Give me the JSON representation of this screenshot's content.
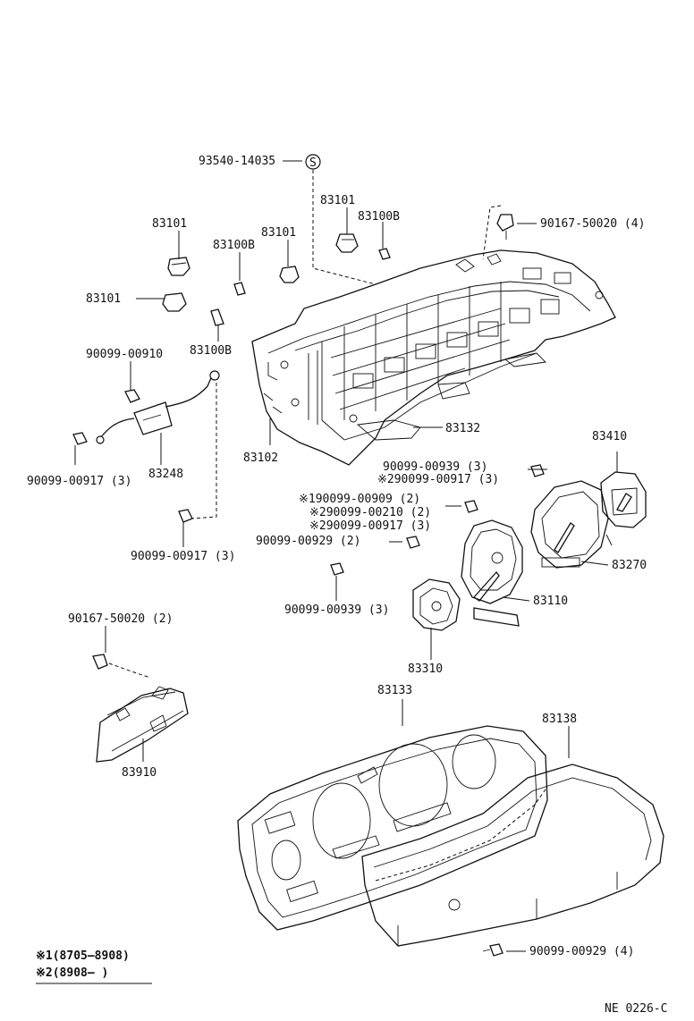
{
  "diagram_code": "NE 0226-C",
  "labels": {
    "l_93540": "93540-14035",
    "l_83101_a": "83101",
    "l_83100b_a": "83100B",
    "l_90167_4": "90167-50020 (4)",
    "l_83101_b": "83101",
    "l_83101_c": "83101",
    "l_83100b_b": "83100B",
    "l_83101_d": "83101",
    "l_83100b_c": "83100B",
    "l_90099_910": "90099-00910",
    "l_83132": "83132",
    "l_90099_917_3a": "90099-00917 (3)",
    "l_83248": "83248",
    "l_83102": "83102",
    "l_83410": "83410",
    "l_90099_939_a": "90099-00939 (3)",
    "l_ref2_917": "※290099-00917 (3)",
    "l_ref1_909": "※190099-00909 (2)",
    "l_ref2_210": "※290099-00210 (2)",
    "l_ref2_917b": "※290099-00917 (3)",
    "l_90099_929_2": "90099-00929 (2)",
    "l_90099_917_3b": "90099-00917 (3)",
    "l_83270": "83270",
    "l_83110": "83110",
    "l_90099_939_b": "90099-00939 (3)",
    "l_90167_2": "90167-50020 (2)",
    "l_83310": "83310",
    "l_83133": "83133",
    "l_83138": "83138",
    "l_83910": "83910",
    "l_90099_929_4": "90099-00929 (4)",
    "l_s": "S"
  },
  "legend": [
    {
      "text": "※1(8705—8908)"
    },
    {
      "text": "※2(8908—       )"
    }
  ]
}
